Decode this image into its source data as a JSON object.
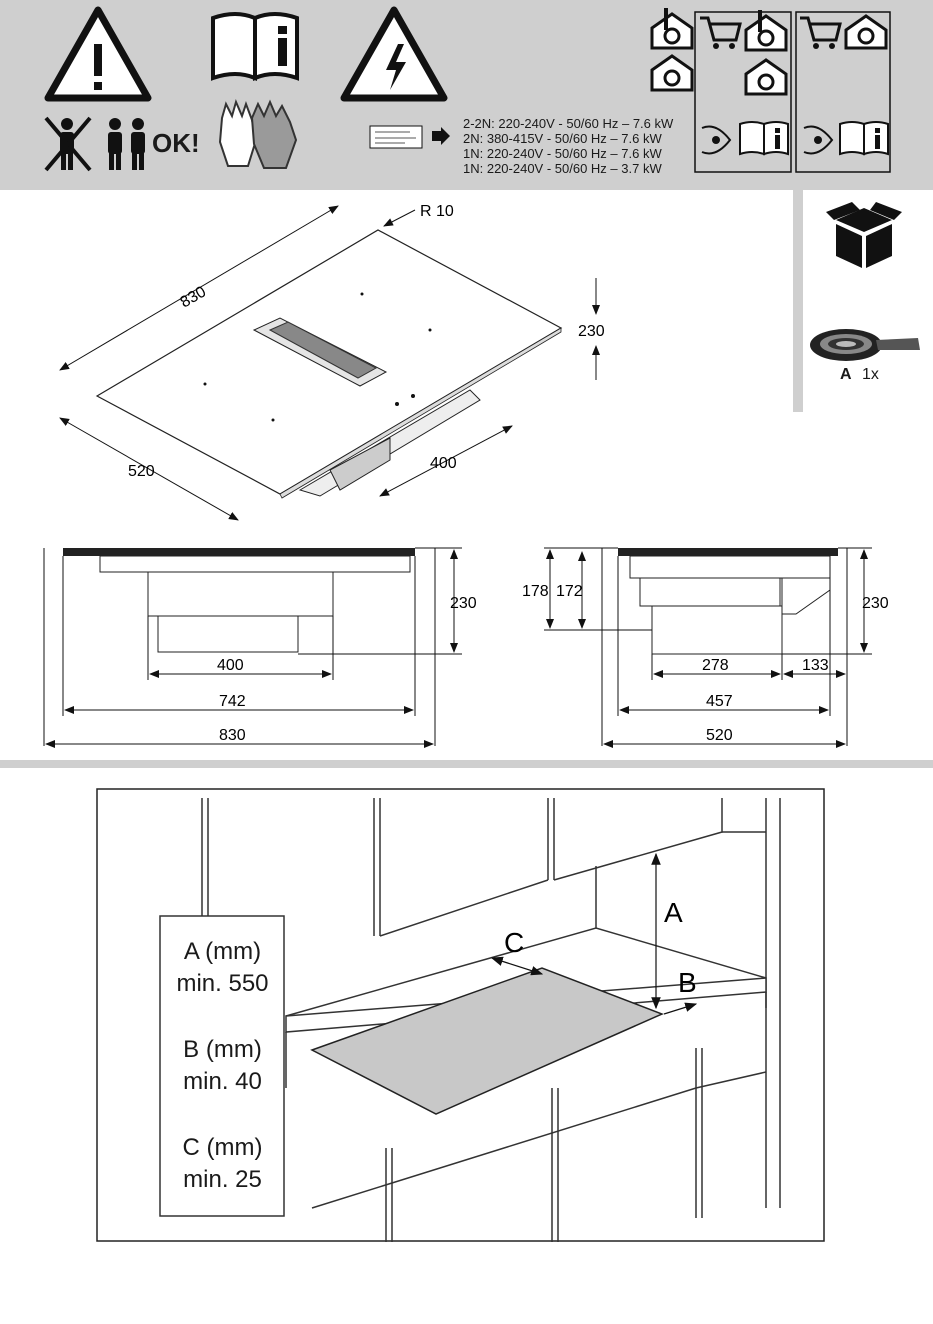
{
  "header": {
    "ok_label": "OK!",
    "specs": [
      "2-2N: 220-240V - 50/60 Hz – 7.6 kW",
      "2N: 380-415V - 50/60 Hz – 7.6 kW",
      "1N: 220-240V - 50/60 Hz – 7.6 kW",
      "1N: 220-240V - 50/60 Hz – 3.7 kW"
    ],
    "icons": [
      "warning-icon",
      "manual-info-icon",
      "electrical-hazard-icon",
      "no-single-person-icon",
      "two-persons-icon",
      "gloves-icon",
      "rating-plate-icon",
      "recycle-bag-icon",
      "shopping-cart-icon",
      "book-info-icon",
      "box-icon"
    ]
  },
  "accessory": {
    "letter": "A",
    "qty": "1x"
  },
  "dimensions": {
    "iso": {
      "length": "830",
      "width": "520",
      "height": "230",
      "radius": "R 10",
      "duct": "400"
    },
    "front": {
      "inner": "400",
      "mid": "742",
      "total": "830",
      "height": "230"
    },
    "side": {
      "h1": "178",
      "h2": "172",
      "height": "230",
      "depth1": "278",
      "depth2": "133",
      "mid": "457",
      "total": "520"
    }
  },
  "installation": {
    "label_a": "A",
    "label_b": "B",
    "label_c": "C",
    "requirements": [
      {
        "name": "A (mm)",
        "value": "min. 550"
      },
      {
        "name": "B (mm)",
        "value": "min. 40"
      },
      {
        "name": "C (mm)",
        "value": "min. 25"
      }
    ]
  }
}
